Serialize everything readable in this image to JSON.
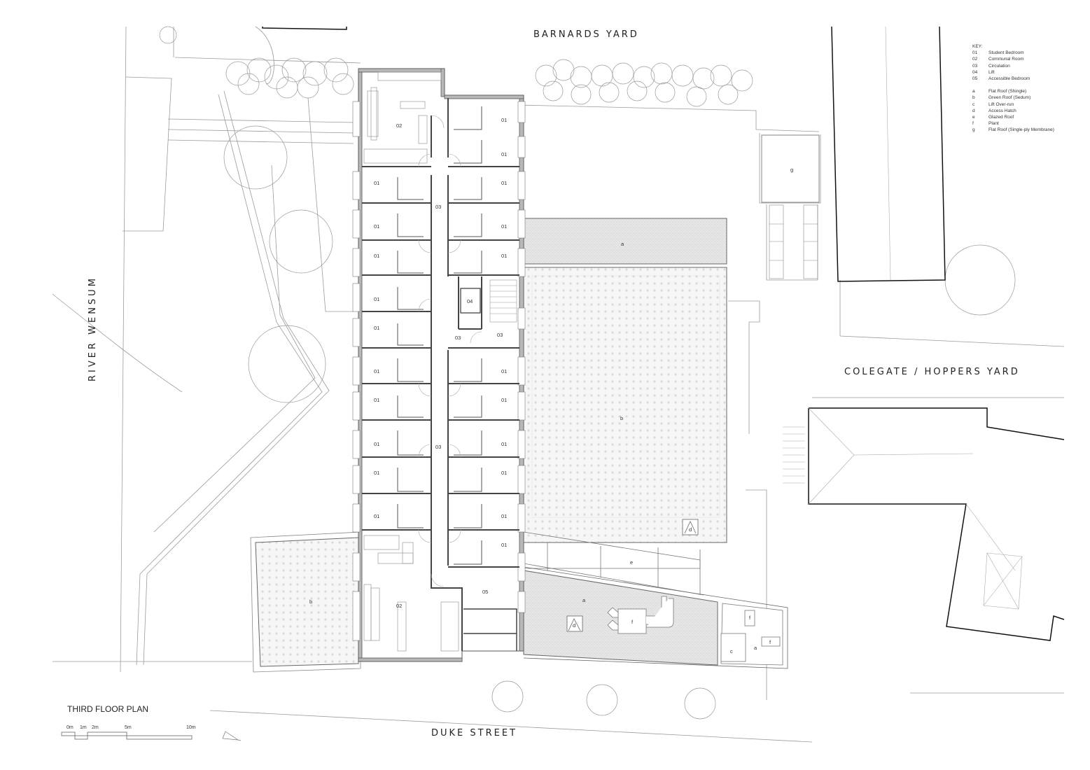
{
  "drawing": {
    "title": "THIRD FLOOR PLAN",
    "scale_bar": {
      "labels": [
        "0m",
        "1m",
        "2m",
        "5m",
        "10m"
      ]
    }
  },
  "streets": {
    "top": "BARNARDS YARD",
    "bottom": "DUKE STREET",
    "right": "COLEGATE / HOPPERS YARD",
    "left": "RIVER WENSUM"
  },
  "key": {
    "heading": "KEY:",
    "rooms": [
      {
        "code": "01",
        "label": "Student Bedroom"
      },
      {
        "code": "02",
        "label": "Communal Room"
      },
      {
        "code": "03",
        "label": "Circulation"
      },
      {
        "code": "04",
        "label": "Lift"
      },
      {
        "code": "05",
        "label": "Accessible Bedroom"
      }
    ],
    "roofs": [
      {
        "code": "a",
        "label": "Flat Roof (Shingle)"
      },
      {
        "code": "b",
        "label": "Green Roof (Sedum)"
      },
      {
        "code": "c",
        "label": "Lift Over-run"
      },
      {
        "code": "d",
        "label": "Access Hatch"
      },
      {
        "code": "e",
        "label": "Glazed Roof"
      },
      {
        "code": "f",
        "label": "Plant"
      },
      {
        "code": "g",
        "label": "Flat Roof (Single-ply Membrane)"
      }
    ]
  },
  "room_labels": {
    "communal_top": "02",
    "communal_bottom": "02",
    "accessible": "05",
    "lift": "04",
    "circulation": "03",
    "bedroom": "01"
  },
  "roof_labels": {
    "a": "a",
    "b": "b",
    "c": "c",
    "d": "d",
    "e": "e",
    "f": "f",
    "g": "g"
  },
  "colors": {
    "line": "#555555",
    "wall_fill": "#b8b8b8",
    "shingle_fill": "#e4e4e4",
    "sedum_fill": "#f2f2f2",
    "background": "#ffffff"
  }
}
